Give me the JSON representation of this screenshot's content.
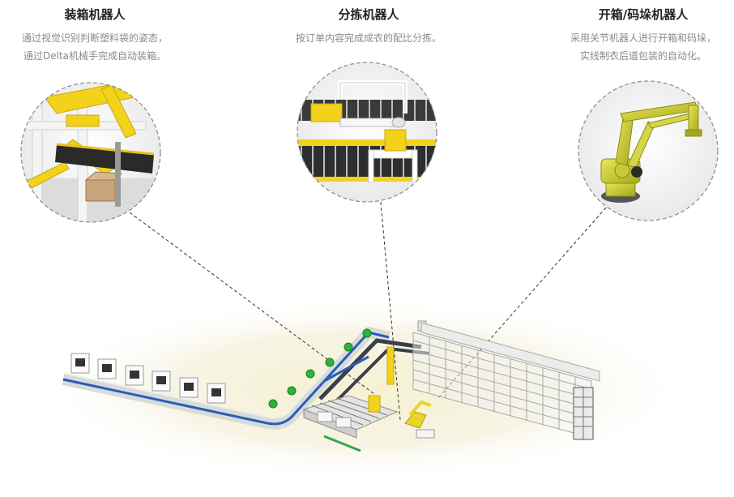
{
  "robots": [
    {
      "title": "装箱机器人",
      "desc_line1": "通过视觉识别判断塑料袋的姿态，",
      "desc_line2": "通过Delta机械手完成自动装箱。",
      "icon": "packing-robot-icon"
    },
    {
      "title": "分拣机器人",
      "desc_line1": "按订单内容完成成衣的配比分拣。",
      "desc_line2": "",
      "icon": "sorting-robot-icon"
    },
    {
      "title": "开箱/码垛机器人",
      "desc_line1": "采用关节机器人进行开箱和码垛，",
      "desc_line2": "实线制衣后道包装的自动化。",
      "icon": "palletizing-arm-icon"
    }
  ],
  "colors": {
    "accent_yellow": "#f2d21b",
    "conveyor_blue": "#2a5db8",
    "node_green": "#2fb33a",
    "callout_dash": "#333333",
    "circle_border": "#9a9a9a"
  }
}
